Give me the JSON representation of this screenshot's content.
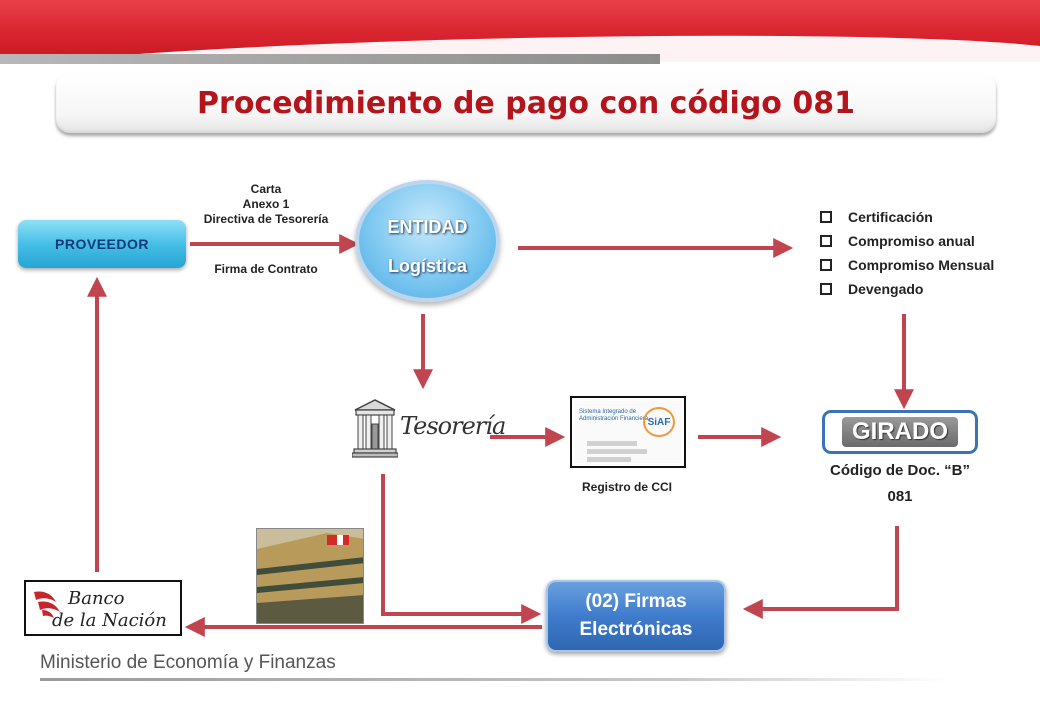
{
  "title": "Procedimiento de pago con código 081",
  "colors": {
    "title_red": "#b4141c",
    "arrow_red": "#c0454e",
    "proveedor_blue": "#46bfe6",
    "firmas_blue": "#3f7ccc",
    "girado_border": "#3c72b6"
  },
  "nodes": {
    "proveedor": "PROVEEDOR",
    "entidad_line1": "ENTIDAD",
    "entidad_line2": "Logística",
    "tesoreria": "Tesorería",
    "siaf_caption": "Registro de CCI",
    "siaf_screen_text": "Sistema Integrado de Administración Financiera",
    "siaf_logo": "SiAF",
    "girado": "GIRADO",
    "codigo_line1": "Código de Doc. “B”",
    "codigo_line2": "081",
    "firmas_line1": "(02) Firmas",
    "firmas_line2": "Electrónicas",
    "banco_line1": "Banco",
    "banco_line2": "de la Nación"
  },
  "proveedor_to_entidad": {
    "line1": "Carta",
    "line2": "Anexo 1",
    "line3": "Directiva de Tesorería",
    "line4": "Firma de Contrato"
  },
  "checklist": [
    "Certificación",
    "Compromiso anual",
    "Compromiso Mensual",
    "Devengado"
  ],
  "footer": "Ministerio de Economía y Finanzas",
  "icons": {
    "checklist_bullet": "checkbox-icon",
    "tesoreria": "building-icon",
    "banco_logo": "bank-logo-icon",
    "photo": "ministry-building-photo"
  }
}
